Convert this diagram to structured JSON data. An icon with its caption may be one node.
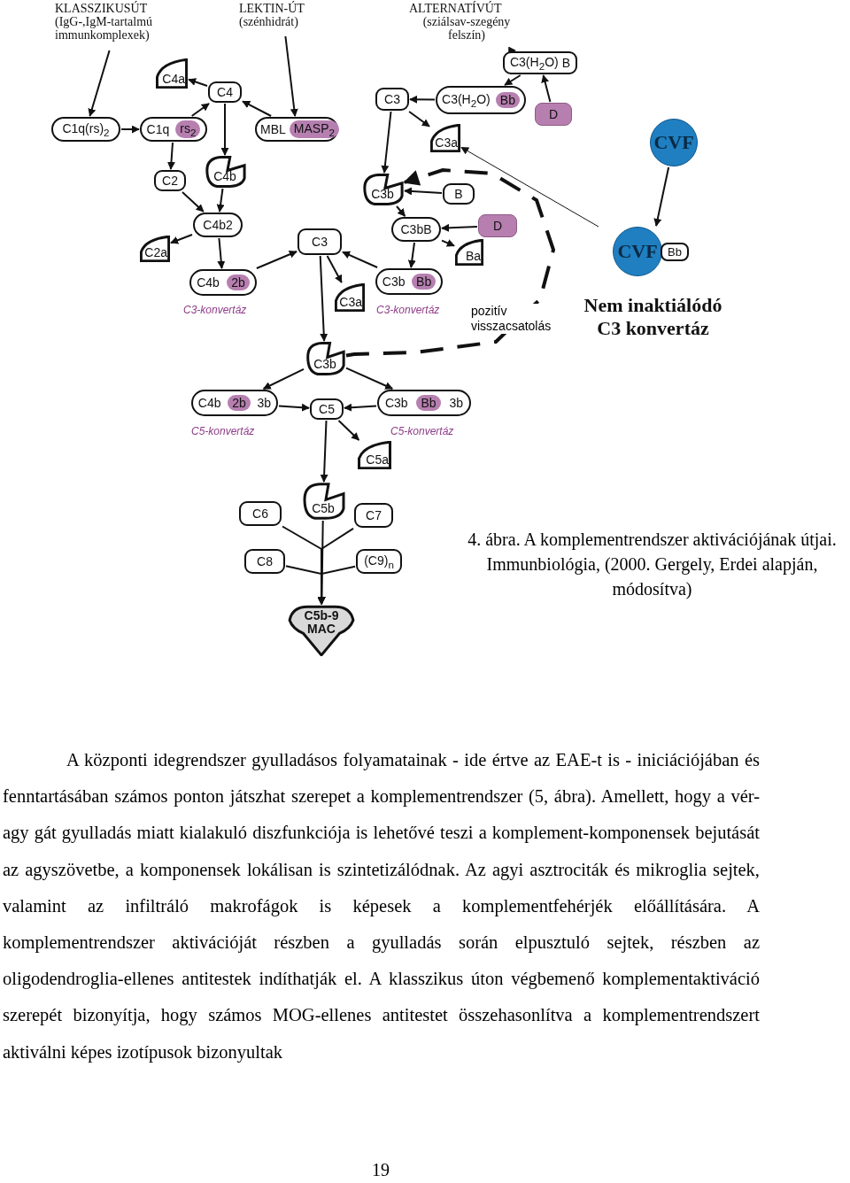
{
  "diagram": {
    "caption": "4. ábra. A komplementrendszer aktivációjának útjai. Immunbiológia, (2000. Gergely, Erdei alapján, módosítva)",
    "nodes": [
      {
        "text": [
          "KLASSZIKUSÚT",
          "(IgG-,IgM-tartalmú immunkomplexek)"
        ]
      },
      {
        "text": [
          "LEKTIN-ÚT",
          "(szénhidrát)"
        ]
      },
      {
        "text": [
          "ALTERNATÍVÚT",
          "(sziálsav-szegény felszín)"
        ]
      },
      {
        "text": [
          "C3(H$_{2}$O)",
          "B"
        ]
      },
      {
        "text": [
          "D"
        ]
      },
      {
        "text": [
          "C3(H$_{2}$O)",
          "Bb"
        ]
      },
      {
        "text": [
          "C3"
        ]
      },
      {
        "text": [
          "C3a"
        ]
      },
      {
        "text": [
          "C1q(rs)$_{2}$"
        ]
      },
      {
        "text": [
          "C4a"
        ]
      },
      {
        "text": [
          "C4"
        ]
      },
      {
        "text": [
          "C1q",
          "rs$_{2}$"
        ]
      },
      {
        "text": [
          "MBL",
          "MASP$_{2}$"
        ]
      },
      {
        "text": [
          "C2"
        ]
      },
      {
        "text": [
          "C4b"
        ]
      },
      {
        "text": [
          "C4b2"
        ]
      },
      {
        "text": [
          "C2a"
        ]
      },
      {
        "text": [
          "C3"
        ]
      },
      {
        "text": [
          "C4b",
          "2b"
        ],
        "beside": [
          "C3-konvertáz"
        ]
      },
      {
        "text": [
          "C3b"
        ]
      },
      {
        "text": [
          "B"
        ]
      },
      {
        "text": [
          "C3bB"
        ]
      },
      {
        "text": [
          "D"
        ]
      },
      {
        "text": [
          "Ba"
        ]
      },
      {
        "text": [
          "C3b",
          "Bb"
        ],
        "beside": [
          "C3-konvertáz"
        ]
      },
      {
        "text": [
          "C3a"
        ]
      },
      {
        "text": [
          "CVF"
        ]
      },
      {
        "text": [
          "CVF",
          "Bb"
        ],
        "beside": [
          "Nem inaktiálódó C3 konvertáz"
        ]
      },
      {
        "text": [
          "C3b"
        ]
      },
      {
        "text": [
          "C4b",
          "2b",
          "3b"
        ],
        "beside": [
          "C5-konvertáz"
        ]
      },
      {
        "text": [
          "C5"
        ]
      },
      {
        "text": [
          "C3b",
          "Bb",
          "3b"
        ],
        "beside": [
          "C5-konvertáz"
        ]
      },
      {
        "text": [
          "C5a"
        ]
      },
      {
        "text": [
          "C6"
        ]
      },
      {
        "text": [
          "C5b"
        ]
      },
      {
        "text": [
          "C7"
        ]
      },
      {
        "text": [
          "C8"
        ]
      },
      {
        "text": [
          "(C9)$_{n}$"
        ]
      },
      {
        "text": [
          "C5b-9 MAC"
        ]
      }
    ],
    "edges": [
      {
        "from": 0,
        "to": 8,
        "arrow": "to"
      },
      {
        "from": 1,
        "to": 12,
        "arrow": "to"
      },
      {
        "from": 2,
        "to": 3,
        "arrow": "to"
      },
      {
        "from": 4,
        "to": 3,
        "arrow": "to"
      },
      {
        "from": 3,
        "to": 5,
        "arrow": "to"
      },
      {
        "from": 5,
        "to": 6,
        "arrow": "to"
      },
      {
        "from": 6,
        "to": 7,
        "arrow": "to"
      },
      {
        "from": 6,
        "to": 19,
        "arrow": "to"
      },
      {
        "from": 20,
        "to": 19,
        "arrow": "to"
      },
      {
        "from": 19,
        "to": 21,
        "arrow": "to"
      },
      {
        "from": 22,
        "to": 21,
        "arrow": "to"
      },
      {
        "from": 21,
        "to": 23,
        "arrow": "to"
      },
      {
        "from": 21,
        "to": 24,
        "arrow": "to"
      },
      {
        "from": 24,
        "to": 17,
        "arrow": "to"
      },
      {
        "from": 8,
        "to": 11,
        "arrow": "to"
      },
      {
        "from": 11,
        "to": 10,
        "arrow": "to"
      },
      {
        "from": 12,
        "to": 10,
        "arrow": "to"
      },
      {
        "from": 10,
        "to": 9,
        "arrow": "to"
      },
      {
        "from": 11,
        "to": 13,
        "arrow": "to"
      },
      {
        "from": 10,
        "to": 14,
        "arrow": "to"
      },
      {
        "from": 13,
        "to": 15,
        "arrow": "to"
      },
      {
        "from": 14,
        "to": 15,
        "arrow": "to"
      },
      {
        "from": 15,
        "to": 16,
        "arrow": "to"
      },
      {
        "from": 15,
        "to": 18,
        "arrow": "to"
      },
      {
        "from": 18,
        "to": 17,
        "arrow": "to"
      },
      {
        "from": 17,
        "to": 25,
        "arrow": "to"
      },
      {
        "from": 17,
        "to": 28,
        "arrow": "to"
      },
      {
        "from": 26,
        "to": 27,
        "arrow": "to"
      },
      {
        "from": null,
        "to": 7,
        "arrow": "to"
      },
      {
        "from": 28,
        "to": 19,
        "arrow": "to",
        "label": "pozitív visszacsatolás",
        "style": "dashed"
      },
      {
        "from": 28,
        "to": 29,
        "arrow": "to"
      },
      {
        "from": 28,
        "to": 31,
        "arrow": "to"
      },
      {
        "from": 29,
        "to": 30,
        "arrow": "to"
      },
      {
        "from": 31,
        "to": 30,
        "arrow": "to"
      },
      {
        "from": 30,
        "to": 32,
        "arrow": "to"
      },
      {
        "from": 30,
        "to": 34,
        "arrow": "to"
      },
      {
        "from": 33,
        "to": 38,
        "arrow": "to"
      },
      {
        "from": 34,
        "to": 38,
        "arrow": "to"
      },
      {
        "from": 35,
        "to": 38,
        "arrow": "to"
      },
      {
        "from": 36,
        "to": 38,
        "arrow": "to"
      },
      {
        "from": 37,
        "to": 38,
        "arrow": "to"
      }
    ],
    "labels": [
      "A központi idegrendszer gyulladásos folyamatainak - ide értve az EAE-t is - iniciációjában és fenntartásában számos ponton játszhat szerepet a komplementrendszer (5, ábra). Amellett, hogy a vér-agy gát gyulladás miatt kialakuló diszfunkciója is lehetővé teszi a komplement-komponensek bejutását az agyszövetbe, a komponensek lokálisan is szintetizálódnak. Az agyi asztrociták és mikroglia sejtek, valamint az infiltráló makrofágok is képesek a komplementfehérjék előállítására. A komplementrendszer aktivációját részben a gyulladás során elpusztuló sejtek, részben az oligodendroglia-ellenes antitestek indíthatják el. A klasszikus úton végbemenő komplementaktiváció szerepét bizonyítja, hogy számos MOG-ellenes antitestet összehasonlítva a komplementrendszert aktiválni képes izotípusok bizonyultak",
      "19"
    ]
  }
}
